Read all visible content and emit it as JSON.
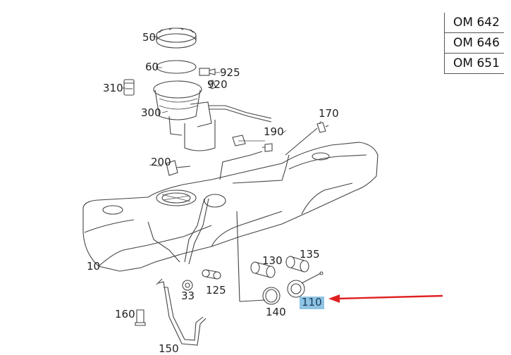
{
  "engine_codes": [
    "OM 642",
    "OM 646",
    "OM 651"
  ],
  "parts": [
    {
      "id": "p50",
      "label": "50"
    },
    {
      "id": "p60",
      "label": "60"
    },
    {
      "id": "p925",
      "label": "925"
    },
    {
      "id": "p920",
      "label": "920"
    },
    {
      "id": "p310",
      "label": "310"
    },
    {
      "id": "p300",
      "label": "300"
    },
    {
      "id": "p170",
      "label": "170"
    },
    {
      "id": "p190",
      "label": "190"
    },
    {
      "id": "p200",
      "label": "200"
    },
    {
      "id": "p10",
      "label": "10"
    },
    {
      "id": "p130",
      "label": "130"
    },
    {
      "id": "p135",
      "label": "135"
    },
    {
      "id": "p125",
      "label": "125"
    },
    {
      "id": "p33",
      "label": "33"
    },
    {
      "id": "p140",
      "label": "140"
    },
    {
      "id": "p110",
      "label": "110"
    },
    {
      "id": "p160",
      "label": "160"
    },
    {
      "id": "p150",
      "label": "150"
    }
  ],
  "highlighted_part": "110",
  "colors": {
    "highlight_bg": "#8ec3e3",
    "arrow": "#e02020",
    "line": "#444444"
  }
}
